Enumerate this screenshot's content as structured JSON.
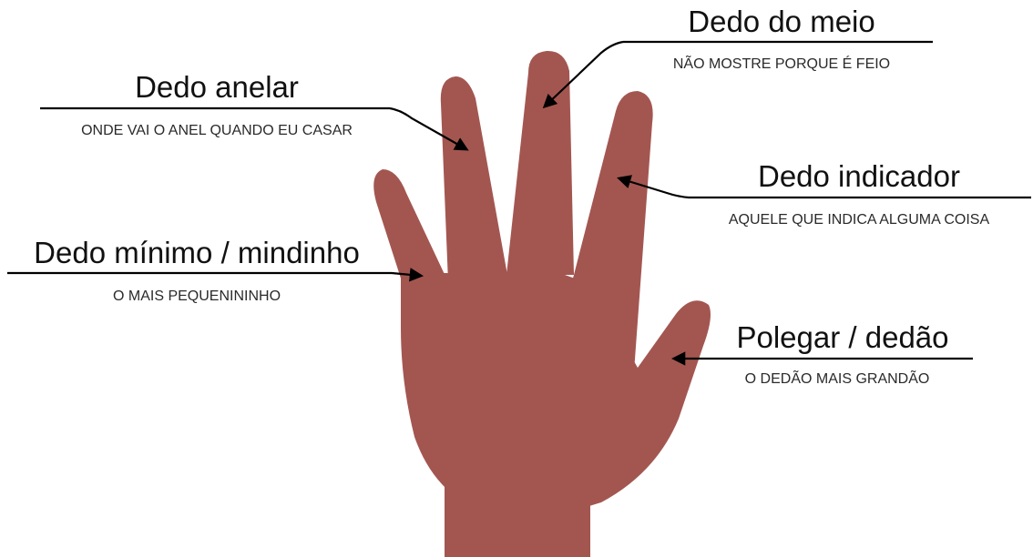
{
  "colors": {
    "hand": "#a35650",
    "ink": "#000000",
    "background": "#ffffff"
  },
  "labels": {
    "middle": {
      "title": "Dedo do meio",
      "subtitle": "NÃO MOSTRE PORQUE É FEIO"
    },
    "ring": {
      "title": "Dedo anelar",
      "subtitle": "ONDE VAI O ANEL QUANDO EU CASAR"
    },
    "index": {
      "title": "Dedo indicador",
      "subtitle": "AQUELE QUE INDICA ALGUMA COISA"
    },
    "little": {
      "title": "Dedo mínimo / mindinho",
      "subtitle": "O MAIS PEQUENININHO"
    },
    "thumb": {
      "title": "Polegar / dedão",
      "subtitle": "O DEDÃO MAIS GRANDÃO"
    }
  }
}
